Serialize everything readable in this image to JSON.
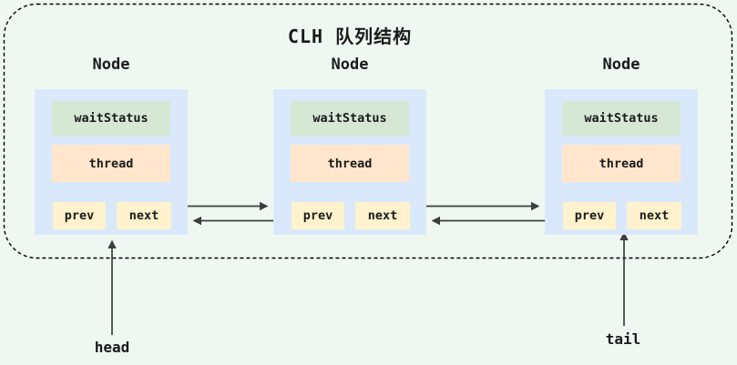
{
  "title": "CLH 队列结构",
  "colors": {
    "background": "#eef8f0",
    "node_fill": "#dae8fc",
    "wait_status_fill": "#d5e8d4",
    "thread_fill": "#ffe6cc",
    "pointer_fill": "#fff2cc",
    "arrow": "#3d3d3d",
    "container_border": "#000000",
    "text": "#1a1a1a"
  },
  "nodes": [
    {
      "label": "Node",
      "wait_status": "waitStatus",
      "thread": "thread",
      "prev": "prev",
      "next": "next"
    },
    {
      "label": "Node",
      "wait_status": "waitStatus",
      "thread": "thread",
      "prev": "prev",
      "next": "next"
    },
    {
      "label": "Node",
      "wait_status": "waitStatus",
      "thread": "thread",
      "prev": "prev",
      "next": "next"
    }
  ],
  "pointers": {
    "head": "head",
    "tail": "tail"
  }
}
